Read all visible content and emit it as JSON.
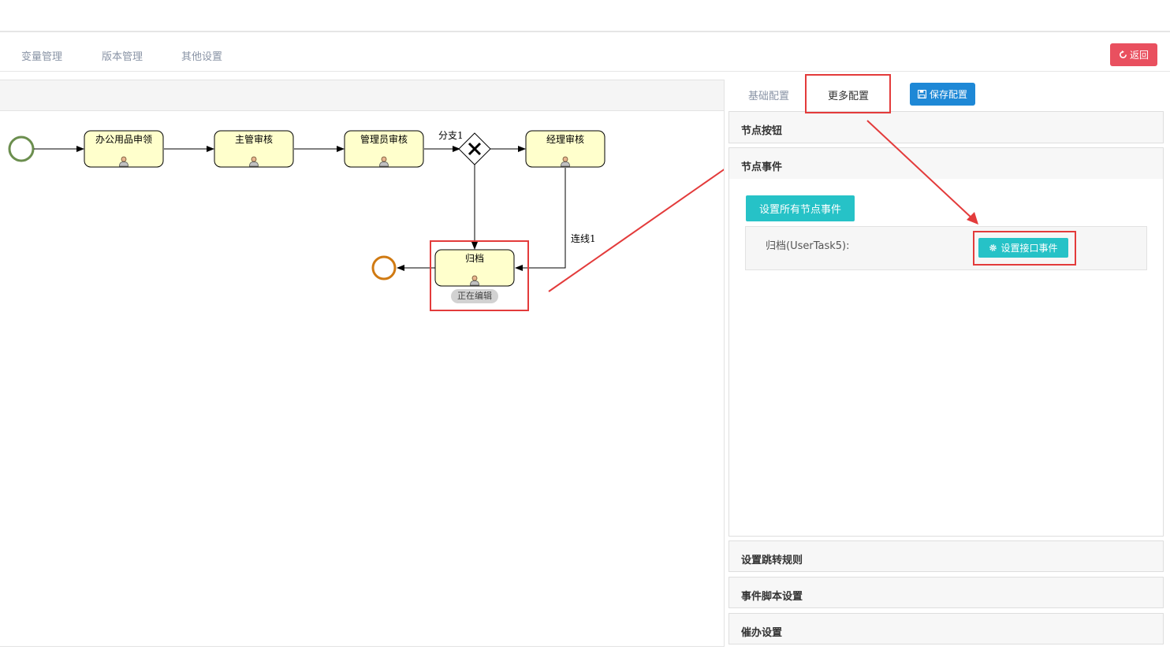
{
  "nav": {
    "tabs": [
      "变量管理",
      "版本管理",
      "其他设置"
    ],
    "back_label": "返回"
  },
  "diagram": {
    "tasks": [
      "办公用品申领",
      "主管审核",
      "管理员审核",
      "经理审核",
      "归档"
    ],
    "gateway_label": "分支1",
    "flow_label": "连线1",
    "editing_badge": "正在编辑"
  },
  "right_panel": {
    "tabs": [
      "基础配置",
      "更多配置"
    ],
    "save_label": "保存配置",
    "sections": {
      "node_buttons": "节点按钮",
      "node_events": "节点事件",
      "jump_rules": "设置跳转规则",
      "event_scripts": "事件脚本设置",
      "reminder": "催办设置"
    },
    "set_all_events_label": "设置所有节点事件",
    "event_row_label": "归档(UserTask5):",
    "set_interface_event_label": "设置接口事件"
  },
  "colors": {
    "task_fill": "#ffffcc",
    "start_event": "#6b8e4e",
    "end_event": "#d07a12",
    "highlight": "#e33b3b",
    "teal": "#26c2c7",
    "save_blue": "#1e88d6",
    "back_red": "#e9505f"
  },
  "icons": [
    "refresh-icon",
    "save-icon",
    "gear-icon",
    "user-icon",
    "close-x-icon"
  ]
}
